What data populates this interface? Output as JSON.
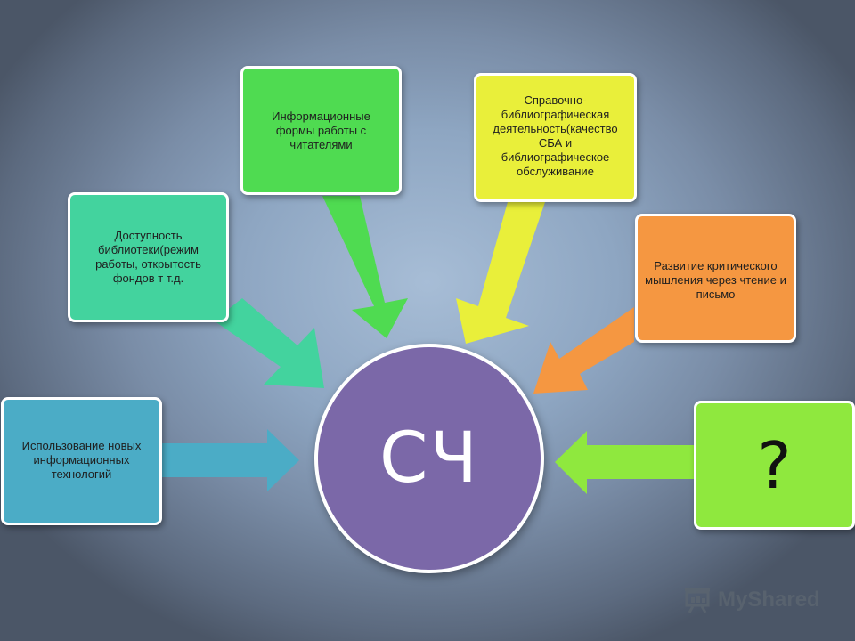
{
  "center": {
    "label": "СЧ"
  },
  "boxes": {
    "it": {
      "text": "Использование новых информационных технологий",
      "color": "#4bacc6"
    },
    "access": {
      "text": "Доступность библиотеки(режим работы, открытость фондов т т.д.",
      "color": "#43d39e"
    },
    "info": {
      "text": "Информационные формы работы с читателями",
      "color": "#4fdb51"
    },
    "reference": {
      "text": "Справочно-библиографическая деятельность(качество СБА и библиографическое обслуживание",
      "color": "#e9ef3a"
    },
    "critical": {
      "text": "Развитие критического мышления через чтение и письмо",
      "color": "#f59741"
    },
    "question": {
      "text": "?",
      "color": "#8fe83e"
    }
  },
  "watermark": {
    "text": "MyShared",
    "icon": "presentation-icon"
  }
}
